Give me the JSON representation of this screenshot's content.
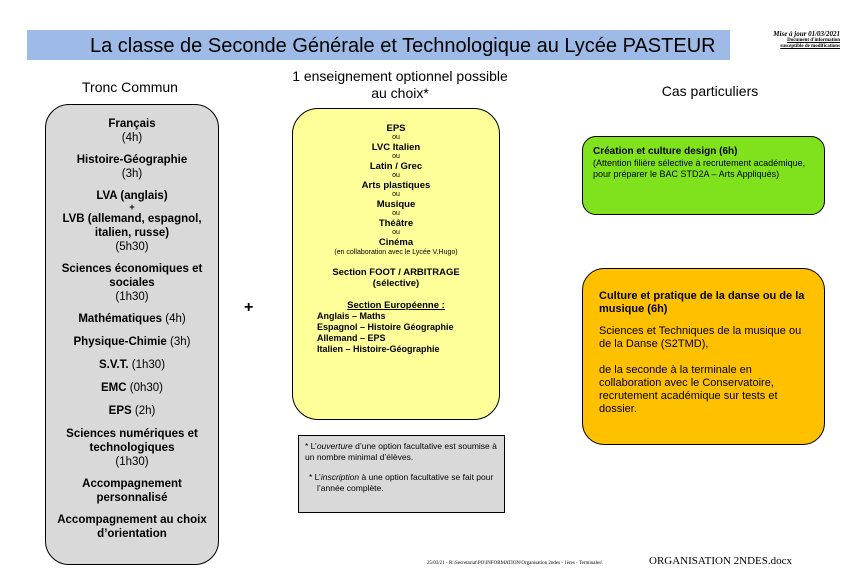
{
  "header": {
    "title": "La classe de Seconde Générale et Technologique au Lycée PASTEUR",
    "update_note": "Mise à jour  01/03/2021",
    "info_note_line1": "Document d'information",
    "info_note_line2": "susceptible de modifications"
  },
  "columns": {
    "tronc": "Tronc Commun",
    "option_line1": "1 enseignement optionnel possible",
    "option_line2": "au choix*",
    "cas": "Cas particuliers"
  },
  "tronc_commun": {
    "francais": "Français",
    "francais_h": "(4h)",
    "hg": "Histoire-Géographie",
    "hg_h": "(3h)",
    "lva": "LVA (anglais)",
    "plus": "+",
    "lvb": "LVB (allemand, espagnol, italien, russe)",
    "lvb_h": "(5h30)",
    "ses": "Sciences économiques et sociales",
    "ses_h": "(1h30)",
    "maths": "Mathématiques",
    "maths_h": "(4h)",
    "pc": "Physique-Chimie",
    "pc_h": "(3h)",
    "svt": "S.V.T.",
    "svt_h": "(1h30)",
    "emc": "EMC",
    "emc_h": "(0h30)",
    "eps": "EPS",
    "eps_h": "(2h)",
    "snt": "Sciences numériques et technologiques",
    "snt_h": "(1h30)",
    "ap": "Accompagnement personnalisé",
    "ao": "Accompagnement au choix d’orientation"
  },
  "plus_sign": "+",
  "options": {
    "ou": "ou",
    "eps": "EPS",
    "lvc": "LVC Italien",
    "latin": "Latin / Grec",
    "arts": "Arts plastiques",
    "musique": "Musique",
    "theatre": "Théâtre",
    "cinema": "Cinéma",
    "cinema_note": "(en collaboration avec le Lycée V.Hugo)",
    "foot": "Section FOOT / ARBITRAGE",
    "foot_note": "(sélective)",
    "euro_title": "Section Européenne :",
    "euro_items": [
      "Anglais – Maths",
      "Espagnol – Histoire Géographie",
      "Allemand – EPS",
      "Italien – Histoire-Géographie"
    ]
  },
  "notes": {
    "n1_pre": "* L’",
    "n1_em": "ouverture",
    "n1_post": " d’une option facultative est soumise à un nombre minimal d’élèves.",
    "n2_pre": "* L’",
    "n2_em": "inscription",
    "n2_post": " à une option facultative se fait pour l’année complète."
  },
  "cas": {
    "design_title": "Création et culture design (6h)",
    "design_text": "(Attention filière sélective à recrutement académique, pour préparer le BAC STD2A – Arts Appliqués)",
    "danse_title": "Culture et pratique de la danse ou de la musique (6h)",
    "danse_p1": "Sciences et Techniques de la musique ou de la Danse (S2TMD),",
    "danse_p2": "de la seconde à la terminale en collaboration avec le Conservatoire, recrutement académique sur tests et dossier."
  },
  "footer": {
    "path": "25/03/21  - R:\\Secretariat\\PO\\INFORMATION\\Organisation 2ndes - 1ères - Terminales\\",
    "file": "ORGANISATION 2NDES.docx"
  },
  "colors": {
    "title_bar": "#9dbbe6",
    "tronc_box": "#d9d9d9",
    "option_box": "#ffff99",
    "design_box": "#7fe21d",
    "danse_box": "#ffc000"
  }
}
